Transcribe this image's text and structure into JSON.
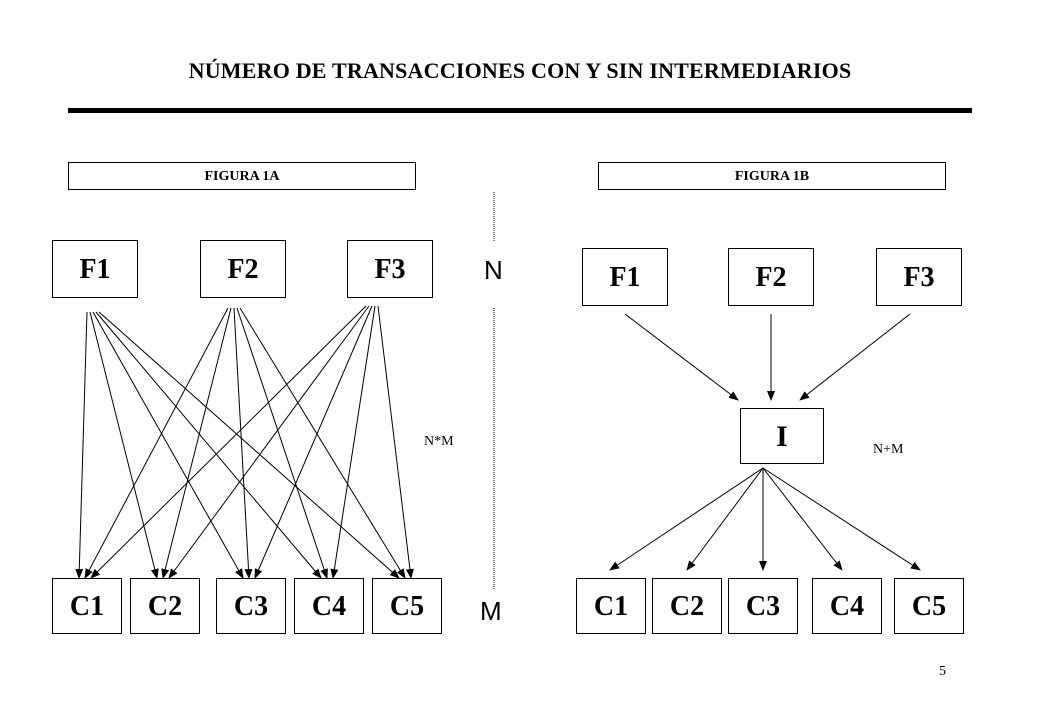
{
  "title": "NÚMERO DE TRANSACCIONES CON Y SIN INTERMEDIARIOS",
  "figure_a": {
    "label": "FIGURA 1A",
    "producers": [
      "F1",
      "F2",
      "F3"
    ],
    "consumers": [
      "C1",
      "C2",
      "C3",
      "C4",
      "C5"
    ],
    "formula": "N*M"
  },
  "figure_b": {
    "label": "FIGURA 1B",
    "producers": [
      "F1",
      "F2",
      "F3"
    ],
    "intermediary": "I",
    "consumers": [
      "C1",
      "C2",
      "C3",
      "C4",
      "C5"
    ],
    "formula": "N+M"
  },
  "divider": {
    "top_label": "N",
    "bottom_label": "M"
  },
  "page_number": "5"
}
